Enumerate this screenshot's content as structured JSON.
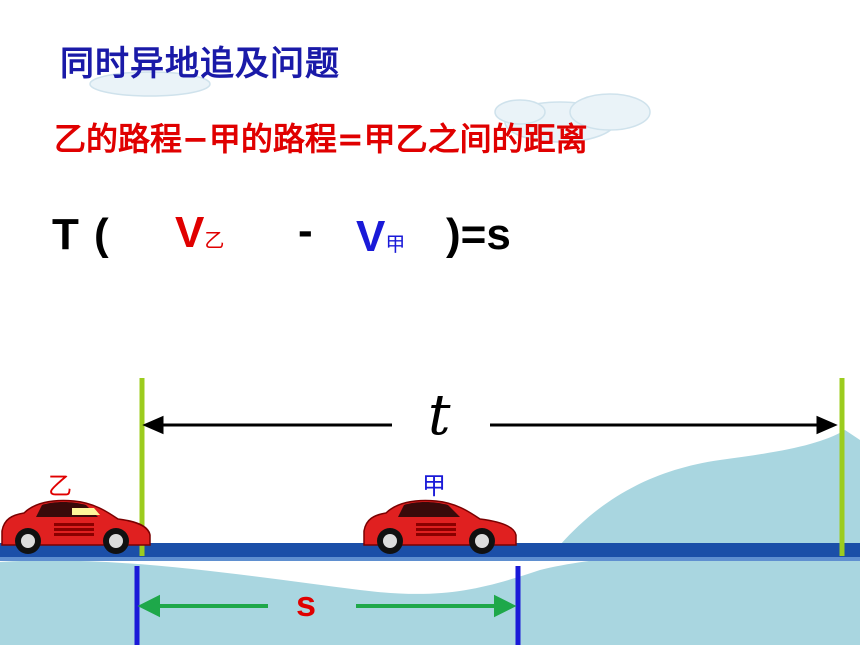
{
  "slide": {
    "title": "同时异地追及问题",
    "relation": "乙的路程−甲的路程=甲乙之间的距离"
  },
  "formula": {
    "t": "T",
    "open": "(",
    "v1": "V",
    "v1_sub": "乙",
    "minus": "-",
    "v2": "V",
    "v2_sub": "甲",
    "close": ")=s"
  },
  "diagram": {
    "time_label": "t",
    "distance_label": "s",
    "car_a_label": "乙",
    "car_b_label": "甲"
  },
  "colors": {
    "title": "#1a1aa8",
    "red": "#e00000",
    "blue": "#1a1ad8",
    "road": "#1b4fa8",
    "water": "#a9d6e0",
    "time_marker": "#9ccc1e",
    "distance_arrow": "#1ea84a"
  }
}
